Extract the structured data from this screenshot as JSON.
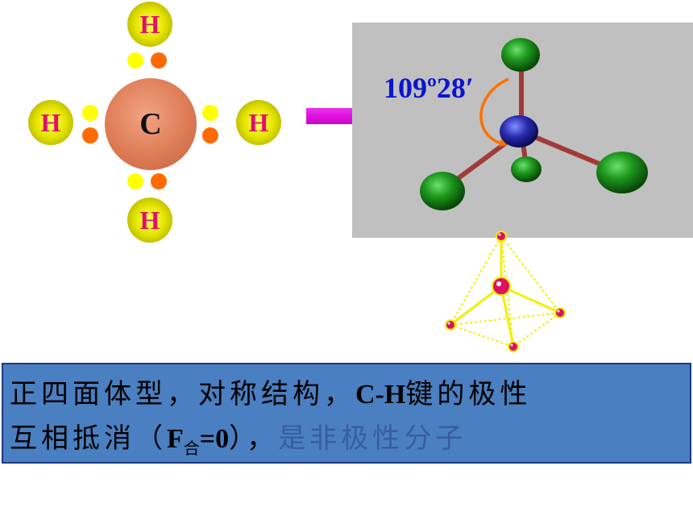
{
  "electron_dot": {
    "center_symbol": "C",
    "h_top": "H",
    "h_left": "H",
    "h_right": "H",
    "h_bottom": "H"
  },
  "model": {
    "bond_angle": "109º28′"
  },
  "conclusion": {
    "line1_a": "正四面体型，对称结构，",
    "line1_b": "C-H",
    "line1_c": "键的极性",
    "line2_a": "互相抵消（",
    "line2_b": "F",
    "line2_sub": "合",
    "line2_c": "=0",
    "line2_d": "），",
    "line2_e": "是非极性分子"
  },
  "colors": {
    "hydrogen": "#e6e600",
    "hydrogen_text": "#e0106a",
    "carbon": "#de7c57",
    "electron_yellow": "#ffff00",
    "electron_orange": "#ff6a00",
    "arrow": "#e010e0",
    "angle_text": "#0a14d0",
    "box_bg": "#4a7fc1",
    "muted_text": "#3a5ca0"
  }
}
